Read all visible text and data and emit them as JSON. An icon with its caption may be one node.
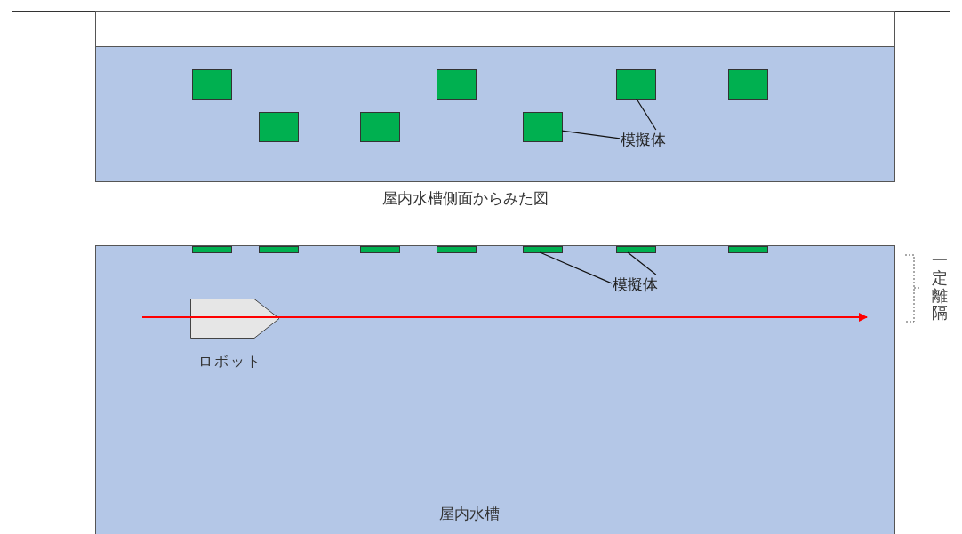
{
  "diagram": {
    "nodes": [
      {
        "text": [],
        "shape": "box"
      },
      {
        "text": [],
        "shape": "box",
        "in": 0
      },
      {
        "text": [],
        "shape": "box",
        "in": 0
      },
      {
        "text": [],
        "shape": "box",
        "in": 0
      },
      {
        "text": [],
        "shape": "box",
        "in": 0
      },
      {
        "text": [],
        "shape": "box",
        "in": 0
      },
      {
        "text": [],
        "shape": "box",
        "in": 0
      },
      {
        "text": [],
        "shape": "box",
        "in": 0
      },
      {
        "text": [
          "模擬体"
        ],
        "in": 0
      },
      {
        "text": [
          "屋内水槽"
        ]
      },
      {
        "text": [],
        "shape": "box",
        "in": 9
      },
      {
        "text": [],
        "shape": "box",
        "in": 9
      },
      {
        "text": [],
        "shape": "box",
        "in": 9
      },
      {
        "text": [],
        "shape": "box",
        "in": 9
      },
      {
        "text": [],
        "shape": "box",
        "in": 9
      },
      {
        "text": [],
        "shape": "box",
        "in": 9
      },
      {
        "text": [],
        "shape": "box",
        "in": 9
      },
      {
        "text": [
          "模擬体"
        ],
        "in": 9
      },
      {
        "text": [],
        "shape": "pentagon",
        "in": 9,
        "beside": [
          "ロボット"
        ]
      }
    ],
    "edges": [
      {
        "from": 8,
        "to": 3,
        "arrow": "none"
      },
      {
        "from": 8,
        "to": 7,
        "arrow": "none"
      },
      {
        "from": 17,
        "to": 14,
        "arrow": "none"
      },
      {
        "from": 17,
        "to": 15,
        "arrow": "none"
      }
    ],
    "labels": [
      "屋内水槽側面からみた図",
      "一定離隔"
    ]
  }
}
